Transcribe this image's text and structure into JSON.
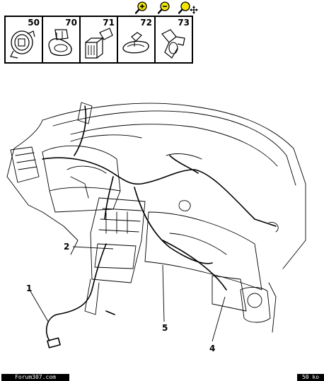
{
  "toolbar": {
    "buttons": [
      {
        "name": "zoom-in-icon"
      },
      {
        "name": "zoom-out-icon"
      },
      {
        "name": "zoom-pan-icon"
      }
    ]
  },
  "parts": [
    {
      "number": "50"
    },
    {
      "number": "70"
    },
    {
      "number": "71"
    },
    {
      "number": "72"
    },
    {
      "number": "73"
    }
  ],
  "callouts": {
    "c1": "1",
    "c2": "2",
    "c4": "4",
    "c5": "5"
  },
  "footer": {
    "site": "Forum307.com",
    "size": "50 ko"
  },
  "colors": {
    "icon_fill": "#f2e600",
    "line": "#000000"
  }
}
